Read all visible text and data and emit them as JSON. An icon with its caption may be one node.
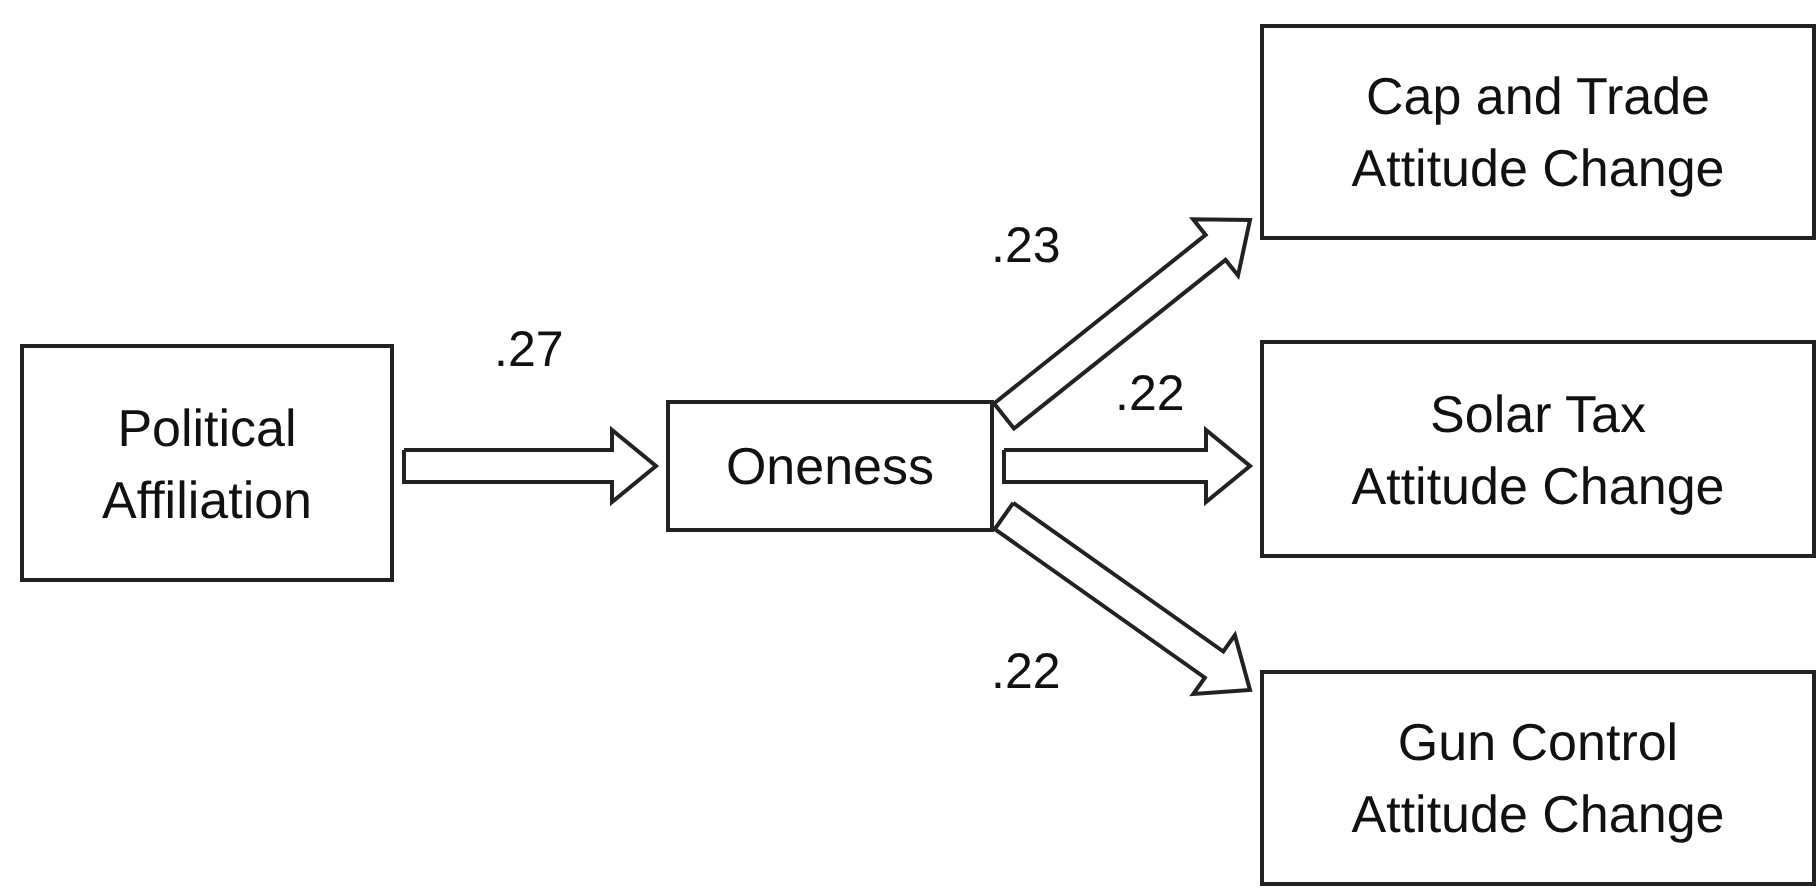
{
  "diagram": {
    "nodes": [
      {
        "text": [
          "Political Affiliation"
        ]
      },
      {
        "text": [
          "Oneness"
        ]
      },
      {
        "text": [
          "Cap and Trade Attitude Change"
        ]
      },
      {
        "text": [
          "Solar Tax Attitude Change"
        ]
      },
      {
        "text": [
          "Gun Control Attitude Change"
        ]
      }
    ],
    "edges": [
      {
        "from": 0,
        "to": 1,
        "arrow": "to",
        "label": ".27"
      },
      {
        "from": 1,
        "to": 2,
        "arrow": "to",
        "label": ".23"
      },
      {
        "from": 1,
        "to": 3,
        "arrow": "to",
        "label": ".22"
      },
      {
        "from": 1,
        "to": 4,
        "arrow": "to",
        "label": ".22"
      }
    ]
  }
}
